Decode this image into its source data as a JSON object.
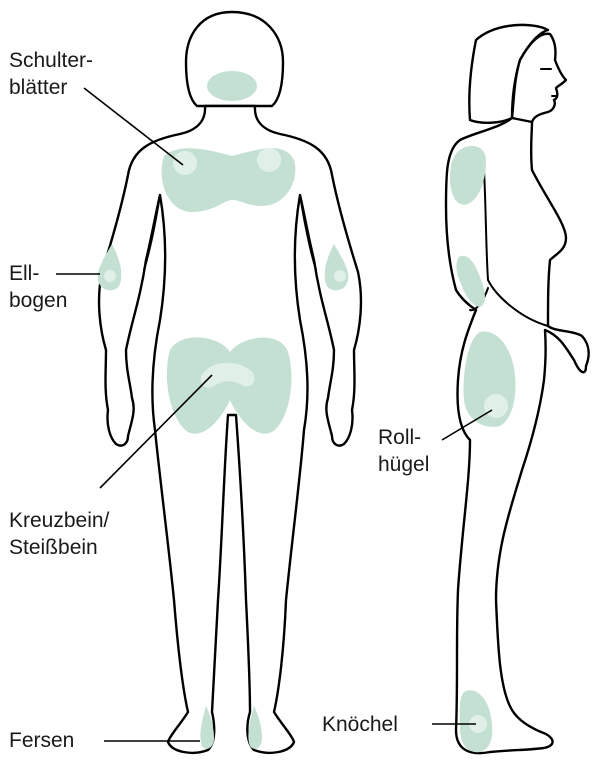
{
  "colors": {
    "pressure_zone": "#c3e0d3",
    "pressure_highlight": "#eaf5f0",
    "outline": "#000000",
    "label_text": "#1a1a1a"
  },
  "labels": {
    "shoulder_blades": [
      "Schulter-",
      "blätter"
    ],
    "elbows": [
      "Ell-",
      "bogen"
    ],
    "sacrum": [
      "Kreuzbein/",
      "Steißbein"
    ],
    "heels": "Fersen",
    "trochanter": [
      "Roll-",
      "hügel"
    ],
    "ankle": "Knöchel"
  }
}
